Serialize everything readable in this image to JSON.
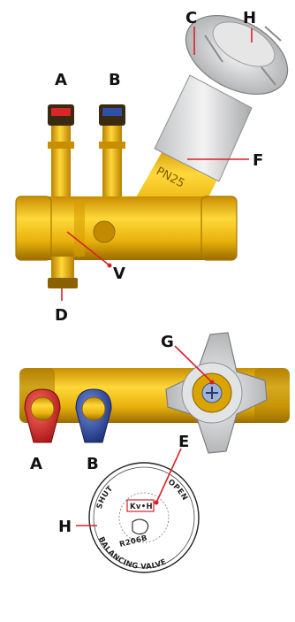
{
  "labels": {
    "A": "A",
    "B": "B",
    "C": "C",
    "D": "D",
    "E": "E",
    "F": "F",
    "G": "G",
    "H": "H",
    "V": "V",
    "A2": "A",
    "B2": "B",
    "H2": "H"
  },
  "body_marking": "PN25",
  "dial": {
    "shut": "SHUT",
    "open": "OPEN",
    "kv": "Kv•H",
    "model": "R206B",
    "bottom": "BALANCING VALVE"
  },
  "colors": {
    "brass": "#e8b20c",
    "red_cap": "#d8262a",
    "blue_cap": "#2f4fa8",
    "handle": "#d9dadc",
    "leader_red": "#d9202a"
  }
}
